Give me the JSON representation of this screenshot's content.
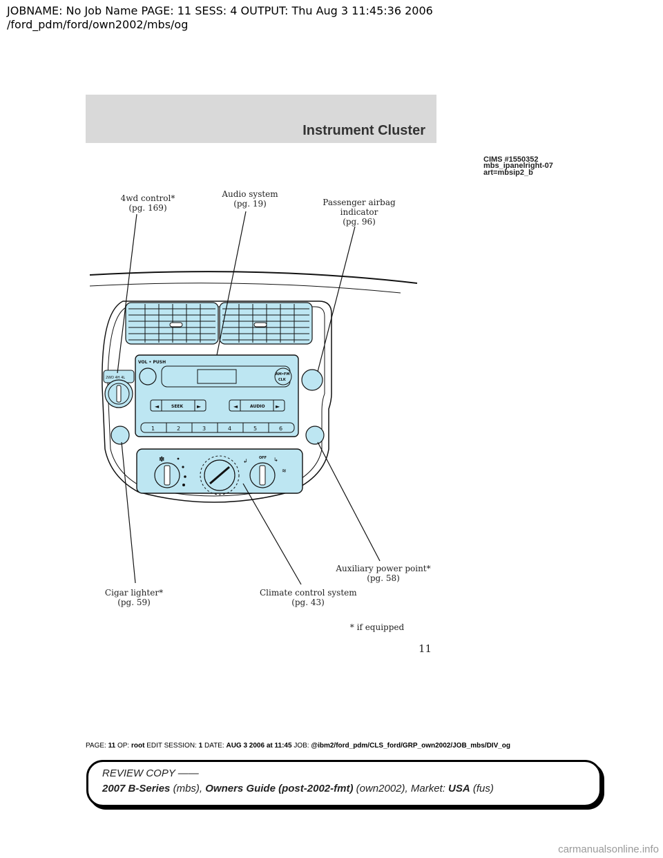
{
  "job_header": {
    "line1": "JOBNAME: No Job Name  PAGE: 11  SESS: 4  OUTPUT: Thu Aug  3 11:45:36 2006",
    "line2": "/ford_pdm/ford/own2002/mbs/og"
  },
  "section_title": "Instrument Cluster",
  "cims_stamp": {
    "line1": "CIMS  #1550352",
    "line2": "mbs_ipanelright-07",
    "line3": "art=mbsip2_b"
  },
  "callouts": {
    "fourwd": {
      "label": "4wd control*",
      "page": "(pg. 169)"
    },
    "audio": {
      "label": "Audio system",
      "page": "(pg. 19)"
    },
    "airbag": {
      "label1": "Passenger airbag",
      "label2": "indicator",
      "page": "(pg. 96)"
    },
    "aux": {
      "label": "Auxiliary power point*",
      "page": "(pg. 58)"
    },
    "cigar": {
      "label": "Cigar lighter*",
      "page": "(pg. 59)"
    },
    "climate": {
      "label": "Climate control system",
      "page": "(pg. 43)"
    },
    "footnote": "* if equipped"
  },
  "radio": {
    "vol_push": "VOL • PUSH",
    "am_fm": "AM•FM",
    "clk": "CLK",
    "seek": "SEEK",
    "audio": "AUDIO",
    "presets": [
      "1",
      "2",
      "3",
      "4",
      "5",
      "6"
    ],
    "off": "OFF"
  },
  "page_number": "11",
  "footer": {
    "page_label": "PAGE:",
    "page_value": "11",
    "op_label": "OP:",
    "op_value": "root",
    "edit_label": "EDIT SESSION:",
    "edit_value": "1",
    "date_label": "DATE:",
    "date_value": "AUG  3  2006  at  11:45",
    "job_label": "JOB:",
    "job_value": "@ibm2/ford_pdm/CLS_ford/GRP_own2002/JOB_mbs/DIV_og"
  },
  "review": {
    "line1": "REVIEW COPY ——",
    "model": "2007 B-Series",
    "model_code": "(mbs)",
    "guide": "Owners Guide (post-2002-fmt)",
    "guide_code": "(own2002)",
    "market_label": "Market:",
    "market": "USA",
    "market_code": "(fus)"
  },
  "watermark": "carmanualsonline.info",
  "colors": {
    "panel_blue": "#bde6f2",
    "header_grey": "#d9d9d9"
  }
}
